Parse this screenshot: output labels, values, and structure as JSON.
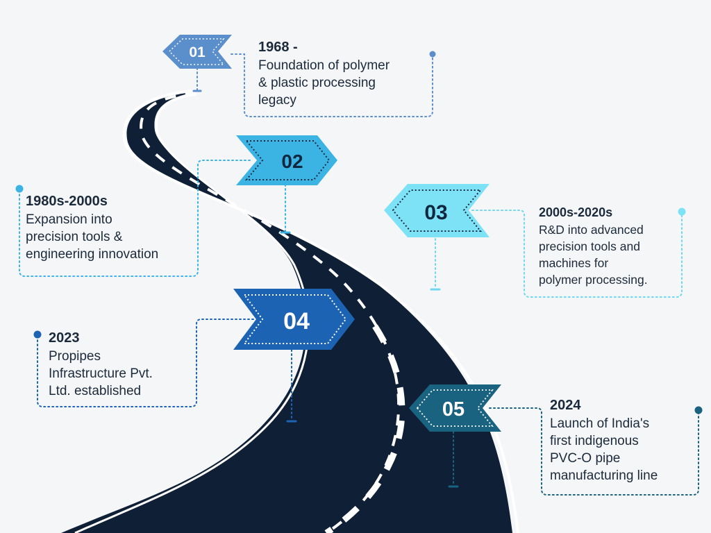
{
  "milestones": [
    {
      "number": "01",
      "year": "1968 -",
      "lines": [
        "Foundation of polymer",
        "& plastic processing",
        "legacy"
      ],
      "color": "#5b8fcb"
    },
    {
      "number": "02",
      "year": "1980s-2000s",
      "lines": [
        "Expansion into",
        "precision tools &",
        "engineering innovation"
      ],
      "color": "#3cb4e3"
    },
    {
      "number": "03",
      "year": "2000s-2020s",
      "lines": [
        "R&D into advanced",
        "precision tools and",
        "machines for",
        "polymer processing."
      ],
      "color": "#7ee2f6"
    },
    {
      "number": "04",
      "year": "2023",
      "lines": [
        "Propipes",
        "Infrastructure Pvt.",
        "Ltd. established"
      ],
      "color": "#1d63b4"
    },
    {
      "number": "05",
      "year": "2024",
      "lines": [
        "Launch of India's",
        "first indigenous",
        "PVC-O pipe",
        "manufacturing line"
      ],
      "color": "#1a6380"
    }
  ],
  "colors": {
    "road": "#0f2036",
    "lane": "#ffffff",
    "background": "#f5f6f8"
  }
}
